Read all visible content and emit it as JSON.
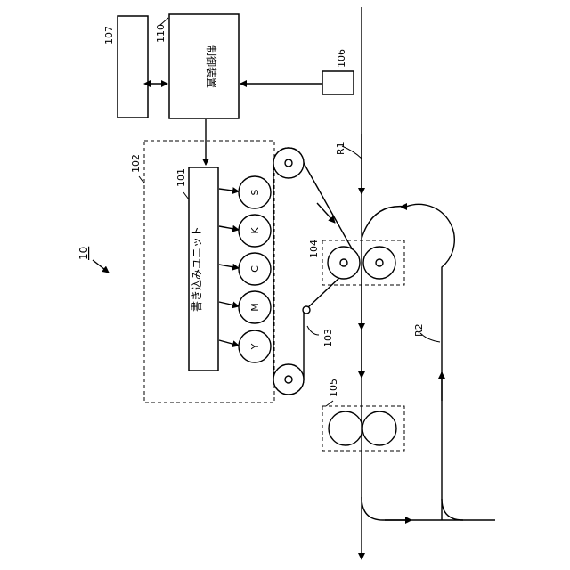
{
  "labels": {
    "fig_ref": "10",
    "writing_unit_ref": "101",
    "image_section_ref": "102",
    "belt_ref": "103",
    "transfer_ref": "104",
    "fixing_ref": "105",
    "sensor_ref": "106",
    "storage_ref": "107",
    "controller_ref": "110",
    "path_r1": "R1",
    "path_r2": "R2"
  },
  "controller": {
    "title": "制御装置"
  },
  "writing_unit": {
    "title": "書き込みユニット"
  },
  "drums": [
    {
      "label": "S"
    },
    {
      "label": "K"
    },
    {
      "label": "C"
    },
    {
      "label": "M"
    },
    {
      "label": "Y"
    }
  ]
}
